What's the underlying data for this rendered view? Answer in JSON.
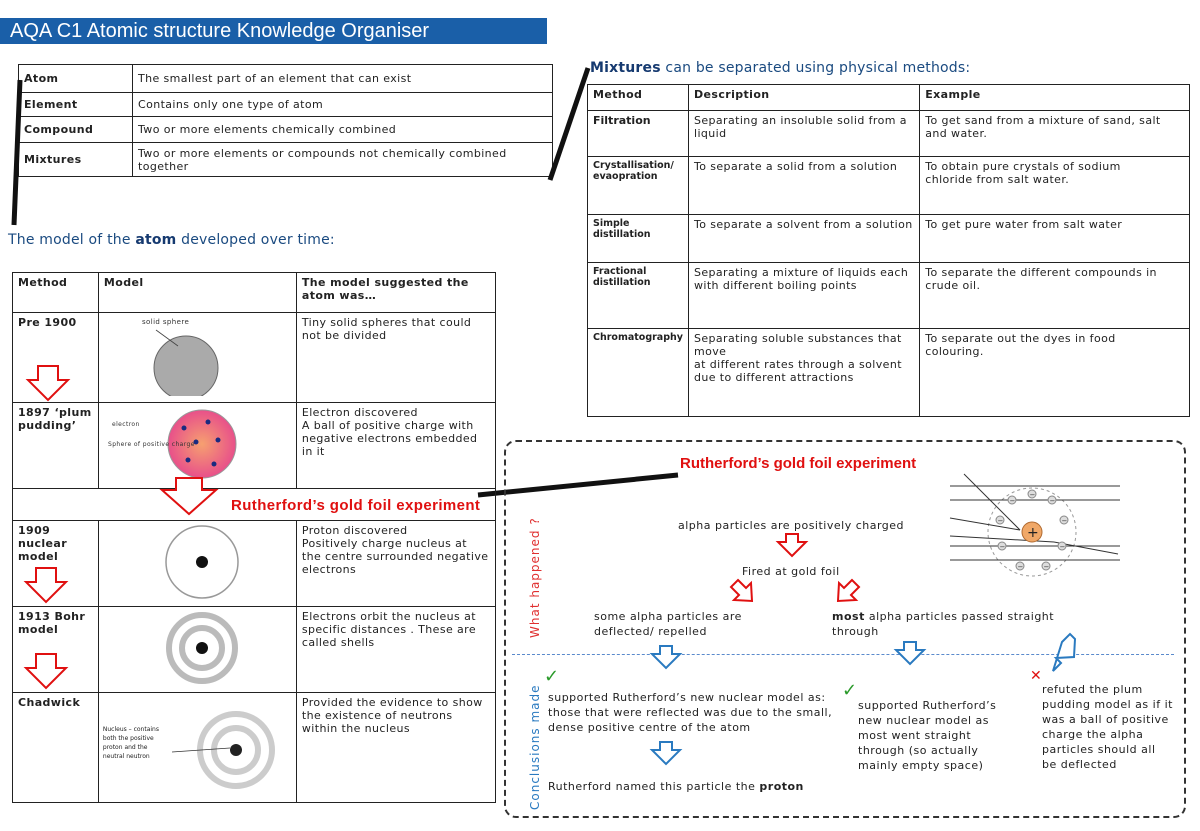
{
  "title": "AQA C1 Atomic structure Knowledge Organiser",
  "definitions": [
    {
      "term": "Atom",
      "definition": "The smallest part of an element that can exist"
    },
    {
      "term": "Element",
      "definition": "Contains only one type of atom"
    },
    {
      "term": "Compound",
      "definition": "Two or more elements chemically combined"
    },
    {
      "term": "Mixtures",
      "definition": "Two or more elements or compounds not chemically combined together"
    }
  ],
  "atom_heading": {
    "pre": "The model of the ",
    "bold": "atom",
    "post": " developed over time:"
  },
  "model_table": {
    "headers": [
      "Method",
      "Model",
      "The model suggested the atom was…"
    ],
    "rows": [
      {
        "method": "Pre 1900",
        "suggested": "Tiny solid spheres that could not be divided",
        "model_label": "solid sphere"
      },
      {
        "method": "1897 ‘plum pudding’",
        "suggested": "Electron discovered\nA ball of positive charge with negative electrons embedded in it",
        "model_label_1": "electron",
        "model_label_2": "Sphere of positive charge"
      },
      {
        "method": "1909 nuclear model",
        "suggested": "Proton discovered\nPositively charge nucleus at the centre surrounded negative electrons"
      },
      {
        "method": "1913 Bohr model",
        "suggested": "Electrons orbit the nucleus at specific distances . These are called shells"
      },
      {
        "method": "Chadwick",
        "suggested": "Provided the evidence to show the existence of neutrons within the nucleus",
        "model_label": "Nucleus – contains both the positive proton and the neutral neutron"
      }
    ]
  },
  "rutherford_label": "Rutherford’s gold foil experiment",
  "mixtures_heading": {
    "bold": "Mixtures",
    "rest": " can be separated using physical methods:"
  },
  "mixtures_table": {
    "headers": [
      "Method",
      "Description",
      "Example"
    ],
    "rows": [
      {
        "method": "Filtration",
        "description": " Separating an insoluble solid from a liquid",
        "example": "To get sand from a mixture of sand, salt and water."
      },
      {
        "method": "Crystallisation/ evaopration",
        "description": "To separate a solid from a solution",
        "example": "To obtain pure crystals of sodium\nchloride from salt water."
      },
      {
        "method": "Simple distillation",
        "description": "To separate a solvent from a solution",
        "example": "To get pure water from salt water"
      },
      {
        "method": "Fractional distillation",
        "description": "Separating a mixture of liquids each with different boiling points",
        "example": "To separate the different compounds in crude oil."
      },
      {
        "method": "Chromatography",
        "description": "Separating soluble substances that move\nat different rates through a solvent due to different attractions",
        "example": "To separate out the dyes in food\ncolouring."
      }
    ]
  },
  "experiment": {
    "title": "Rutherford’s gold foil experiment",
    "what_happened_label": "What happened ?",
    "conclusions_label": "Conclusions made",
    "alpha_positive": "alpha particles are positively charged",
    "fired": "Fired at gold foil",
    "some_deflected": "some alpha particles are deflected/ repelled",
    "most_bold": "most",
    "most_rest": " alpha particles passed straight through",
    "conclusion_1": "supported Rutherford’s new nuclear model as: those that were reflected was due to the small, dense positive centre of the atom",
    "conclusion_2": "supported Rutherford’s new nuclear model as most went straight through (so actually mainly empty space)",
    "conclusion_3": "refuted the plum pudding model as if it was a ball of positive charge the alpha particles should all be deflected",
    "named_pre": "Rutherford named this particle the ",
    "named_bold": "proton",
    "nucleus_symbol": "+",
    "electron_symbol": "−"
  },
  "colors": {
    "banner": "#1a5fa8",
    "red": "#e01010",
    "blue": "#2a7ac0",
    "green": "#2a9a2a"
  }
}
